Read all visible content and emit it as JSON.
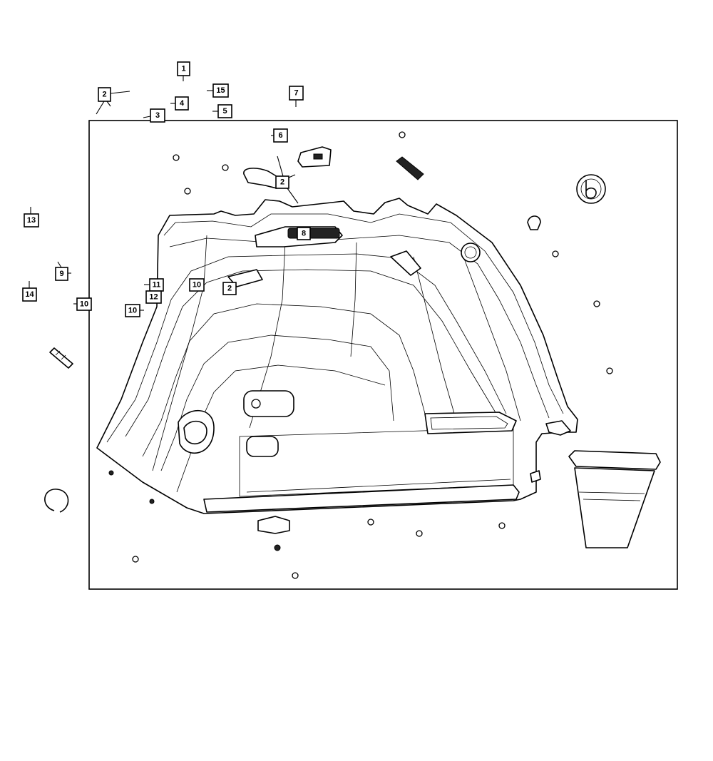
{
  "callouts": [
    {
      "id": "c1",
      "label": "1"
    },
    {
      "id": "c2a",
      "label": "2"
    },
    {
      "id": "c3",
      "label": "3"
    },
    {
      "id": "c4",
      "label": "4"
    },
    {
      "id": "c15",
      "label": "15"
    },
    {
      "id": "c5",
      "label": "5"
    },
    {
      "id": "c7",
      "label": "7"
    },
    {
      "id": "c6",
      "label": "6"
    },
    {
      "id": "c2b",
      "label": "2"
    },
    {
      "id": "c8",
      "label": "8"
    },
    {
      "id": "c13",
      "label": "13"
    },
    {
      "id": "c9",
      "label": "9"
    },
    {
      "id": "c14",
      "label": "14"
    },
    {
      "id": "c10a",
      "label": "10"
    },
    {
      "id": "c11",
      "label": "11"
    },
    {
      "id": "c12",
      "label": "12"
    },
    {
      "id": "c10b",
      "label": "10"
    },
    {
      "id": "c10c",
      "label": "10"
    },
    {
      "id": "c2c",
      "label": "2"
    }
  ]
}
